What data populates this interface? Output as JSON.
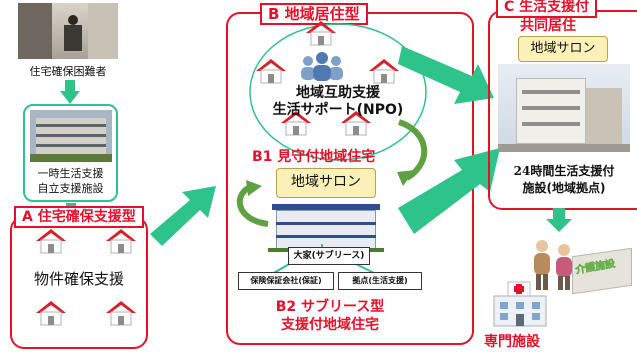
{
  "col_left": {
    "label_person": "住宅確保困難者",
    "label_facility_line1": "一時生活支援",
    "label_facility_line2": "自立支援施設"
  },
  "panel_a": {
    "title": "A 住宅確保支援型",
    "label": "物件確保支援"
  },
  "panel_b": {
    "title": "B 地域居住型",
    "center_line1": "地域互助支援",
    "center_line2": "生活サポート(NPO)",
    "b1_label": "B1 見守付地域住宅",
    "salon_label": "地域サロン",
    "owner_label": "大家(サブリース)",
    "guarantee_label": "保険保証会社(保証)",
    "backup_label": "拠点(生活支援)",
    "b2_line1": "B2 サブリース型",
    "b2_line2": "支援付地域住宅"
  },
  "panel_c": {
    "title_line1": "C 生活支援付",
    "title_line2": "共同居住",
    "salon_label": "地域サロン",
    "facility_line1": "24時間生活支援付",
    "facility_line2": "施設(地域拠点)"
  },
  "bottom_right": {
    "care_sign": "介護施設",
    "hospital_label": "専門施設"
  },
  "colors": {
    "accent_red": "#e3112a",
    "arrow_green": "#2dc38a",
    "salon_fill": "#fbf1b8",
    "house_roof": "#d8202a"
  }
}
